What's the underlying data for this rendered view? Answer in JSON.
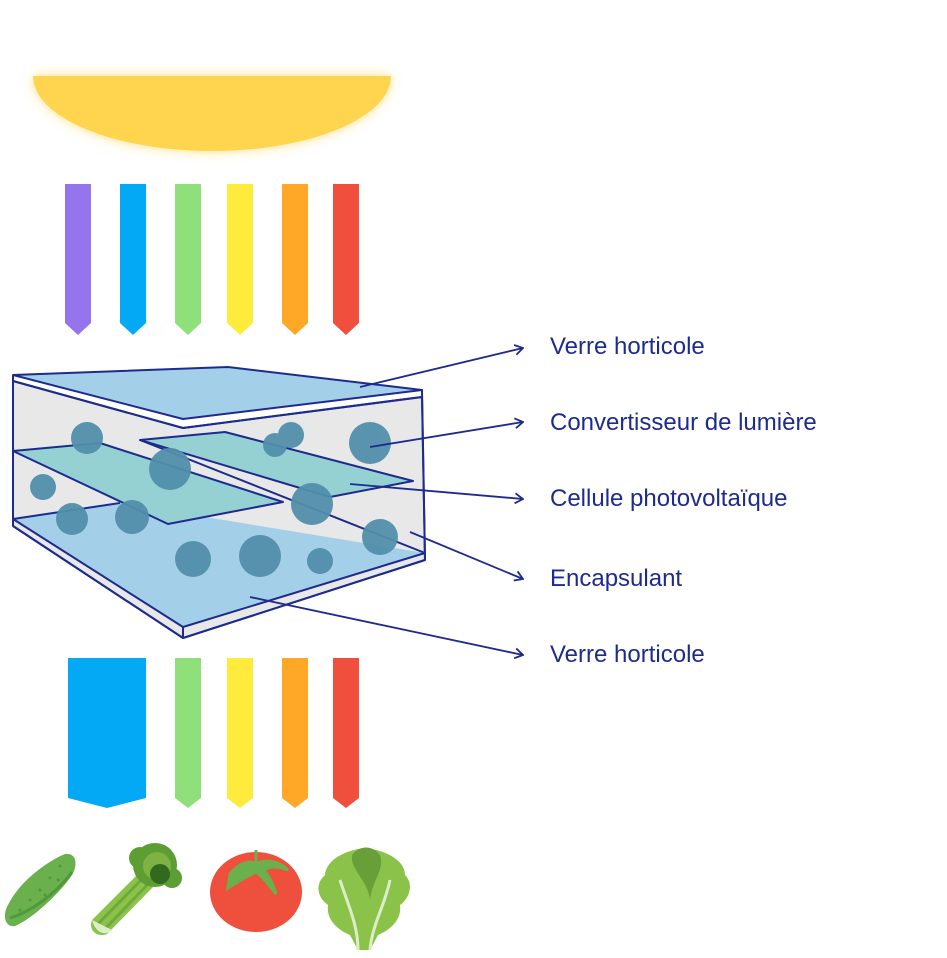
{
  "labels": {
    "top_glass": "Verre horticole",
    "light_converter": "Convertisseur de lumière",
    "pv_cell": "Cellule photovoltaïque",
    "encapsulant": "Encapsulant",
    "bottom_glass": "Verre horticole"
  },
  "colors": {
    "sun": "#ffd54f",
    "violet": "#9575eb",
    "blue": "#03a9f4",
    "green": "#8fe07a",
    "yellow": "#ffeb3b",
    "orange": "#ffa726",
    "red": "#f04f3d",
    "outline": "#1d2b8f",
    "glass": "#a3d0e8",
    "cell": "#95d1d3",
    "encapsulant": "#e8e8e8",
    "particle": "#528fab"
  },
  "icons": [
    "sun-icon",
    "cucumber-icon",
    "celery-icon",
    "tomato-icon",
    "lettuce-icon"
  ]
}
